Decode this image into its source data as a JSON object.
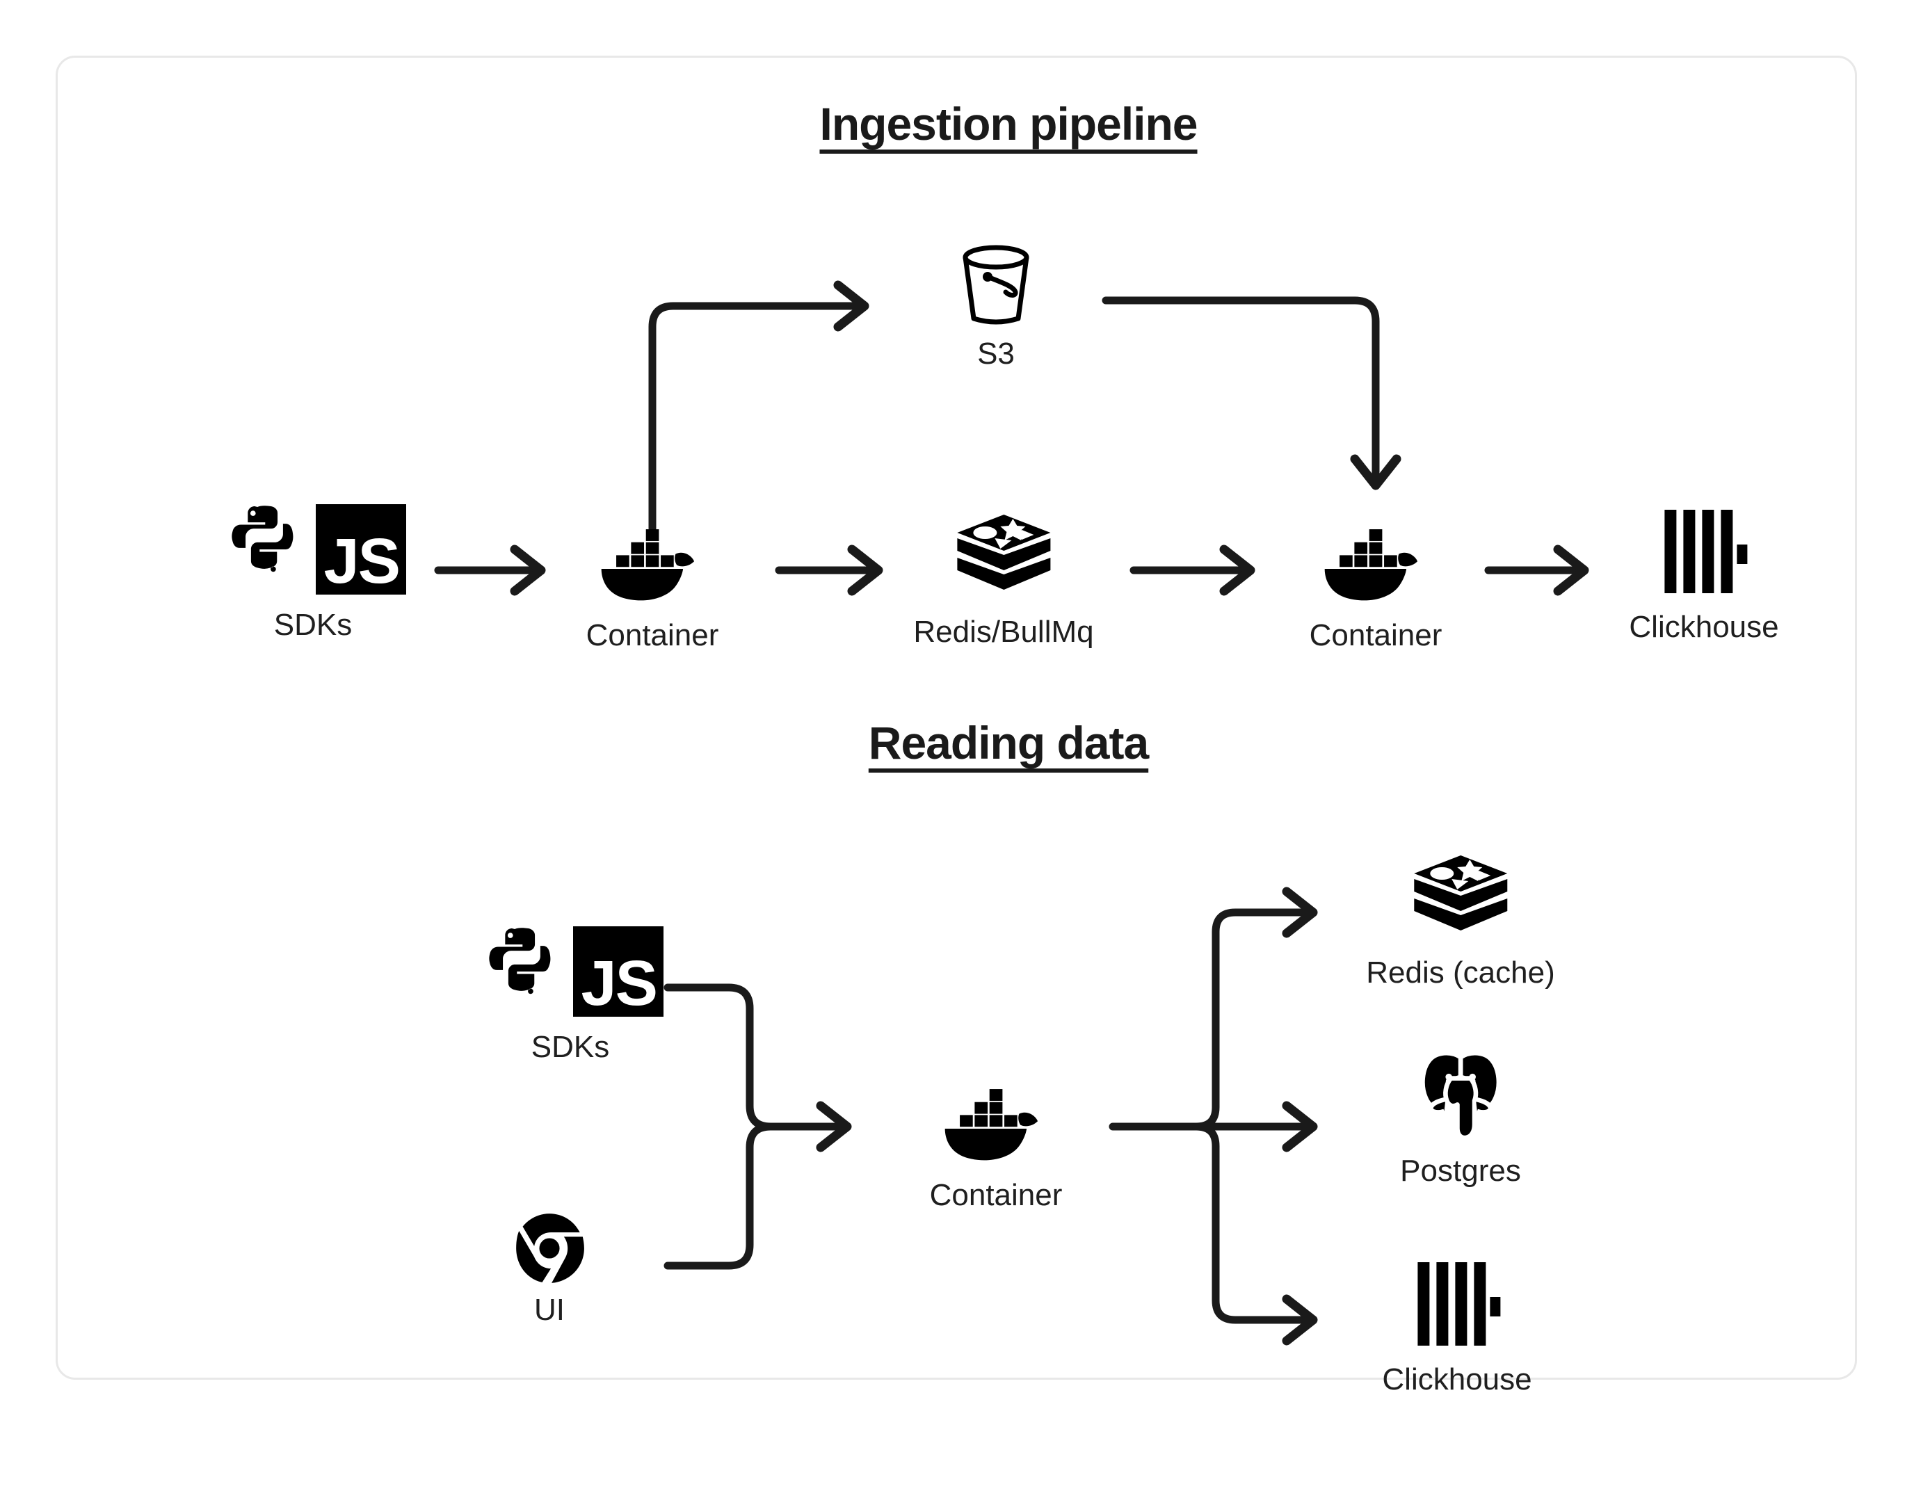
{
  "card": {
    "border_color": "#e8e8e8",
    "background": "#ffffff"
  },
  "ink_color": "#1a1a1a",
  "sections": [
    {
      "id": "ingestion",
      "title": "Ingestion pipeline",
      "nodes": [
        {
          "id": "sdks-1",
          "label": "SDKs",
          "icon": "python-js-icon"
        },
        {
          "id": "container-1",
          "label": "Container",
          "icon": "docker-icon"
        },
        {
          "id": "redis-bullmq",
          "label": "Redis/BullMq",
          "icon": "redis-icon"
        },
        {
          "id": "container-2",
          "label": "Container",
          "icon": "docker-icon"
        },
        {
          "id": "clickhouse-1",
          "label": "Clickhouse",
          "icon": "clickhouse-icon"
        },
        {
          "id": "s3",
          "label": "S3",
          "icon": "s3-bucket-icon"
        }
      ],
      "edges": [
        {
          "from": "sdks-1",
          "to": "container-1",
          "kind": "straight-arrow"
        },
        {
          "from": "container-1",
          "to": "s3",
          "kind": "elbow-up-right-arrow"
        },
        {
          "from": "container-1",
          "to": "redis-bullmq",
          "kind": "straight-arrow"
        },
        {
          "from": "redis-bullmq",
          "to": "container-2",
          "kind": "straight-arrow"
        },
        {
          "from": "s3",
          "to": "container-2",
          "kind": "elbow-right-down-arrow"
        },
        {
          "from": "container-2",
          "to": "clickhouse-1",
          "kind": "straight-arrow"
        }
      ]
    },
    {
      "id": "reading",
      "title": "Reading data",
      "nodes": [
        {
          "id": "sdks-2",
          "label": "SDKs",
          "icon": "python-js-icon"
        },
        {
          "id": "ui",
          "label": "UI",
          "icon": "chrome-icon"
        },
        {
          "id": "container-3",
          "label": "Container",
          "icon": "docker-icon"
        },
        {
          "id": "redis-cache",
          "label": "Redis (cache)",
          "icon": "redis-icon"
        },
        {
          "id": "postgres",
          "label": "Postgres",
          "icon": "postgres-icon"
        },
        {
          "id": "clickhouse-2",
          "label": "Clickhouse",
          "icon": "clickhouse-icon"
        }
      ],
      "edges": [
        {
          "from": "sdks-2",
          "to": "container-3",
          "kind": "merge-arrow"
        },
        {
          "from": "ui",
          "to": "container-3",
          "kind": "merge-arrow"
        },
        {
          "from": "container-3",
          "to": "redis-cache",
          "kind": "fanout-up-arrow"
        },
        {
          "from": "container-3",
          "to": "postgres",
          "kind": "fanout-straight-arrow"
        },
        {
          "from": "container-3",
          "to": "clickhouse-2",
          "kind": "fanout-down-arrow"
        }
      ]
    }
  ]
}
